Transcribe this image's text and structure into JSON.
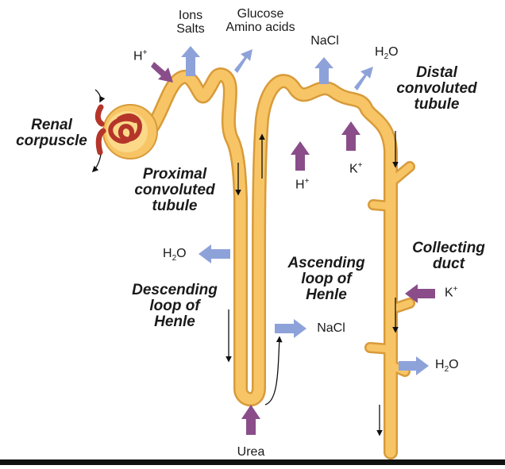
{
  "colors": {
    "tubule": "#f7c565",
    "tubule_edge": "#d89b3a",
    "tubule_light": "#fbd989",
    "blue_arrow": "#8ea2da",
    "purple_arrow": "#8a4d8a",
    "glomerulus": "#b5352a",
    "glom_dark": "#7e2018"
  },
  "labels": {
    "renal_corpuscle": "Renal\ncorpuscle",
    "proximal": "Proximal\nconvoluted\ntubule",
    "distal": "Distal\nconvoluted\ntubule",
    "descending": "Descending\nloop of\nHenle",
    "ascending": "Ascending\nloop of\nHenle",
    "collecting": "Collecting\nduct",
    "ions_salts": "Ions\nSalts",
    "glucose_amino": "Glucose\nAmino acids",
    "nacl_top": "NaCl",
    "nacl_loop": "NaCl",
    "urea": "Urea"
  },
  "chem": {
    "h_plus_1": {
      "base": "H",
      "sup": "+"
    },
    "h_plus_2": {
      "base": "H",
      "sup": "+"
    },
    "k_plus_1": {
      "base": "K",
      "sup": "+"
    },
    "k_plus_2": {
      "base": "K",
      "sup": "+"
    },
    "h2o_top": {
      "base": "H",
      "sub": "2",
      "tail": "O"
    },
    "h2o_left": {
      "base": "H",
      "sub": "2",
      "tail": "O"
    },
    "h2o_right": {
      "base": "H",
      "sub": "2",
      "tail": "O"
    }
  }
}
